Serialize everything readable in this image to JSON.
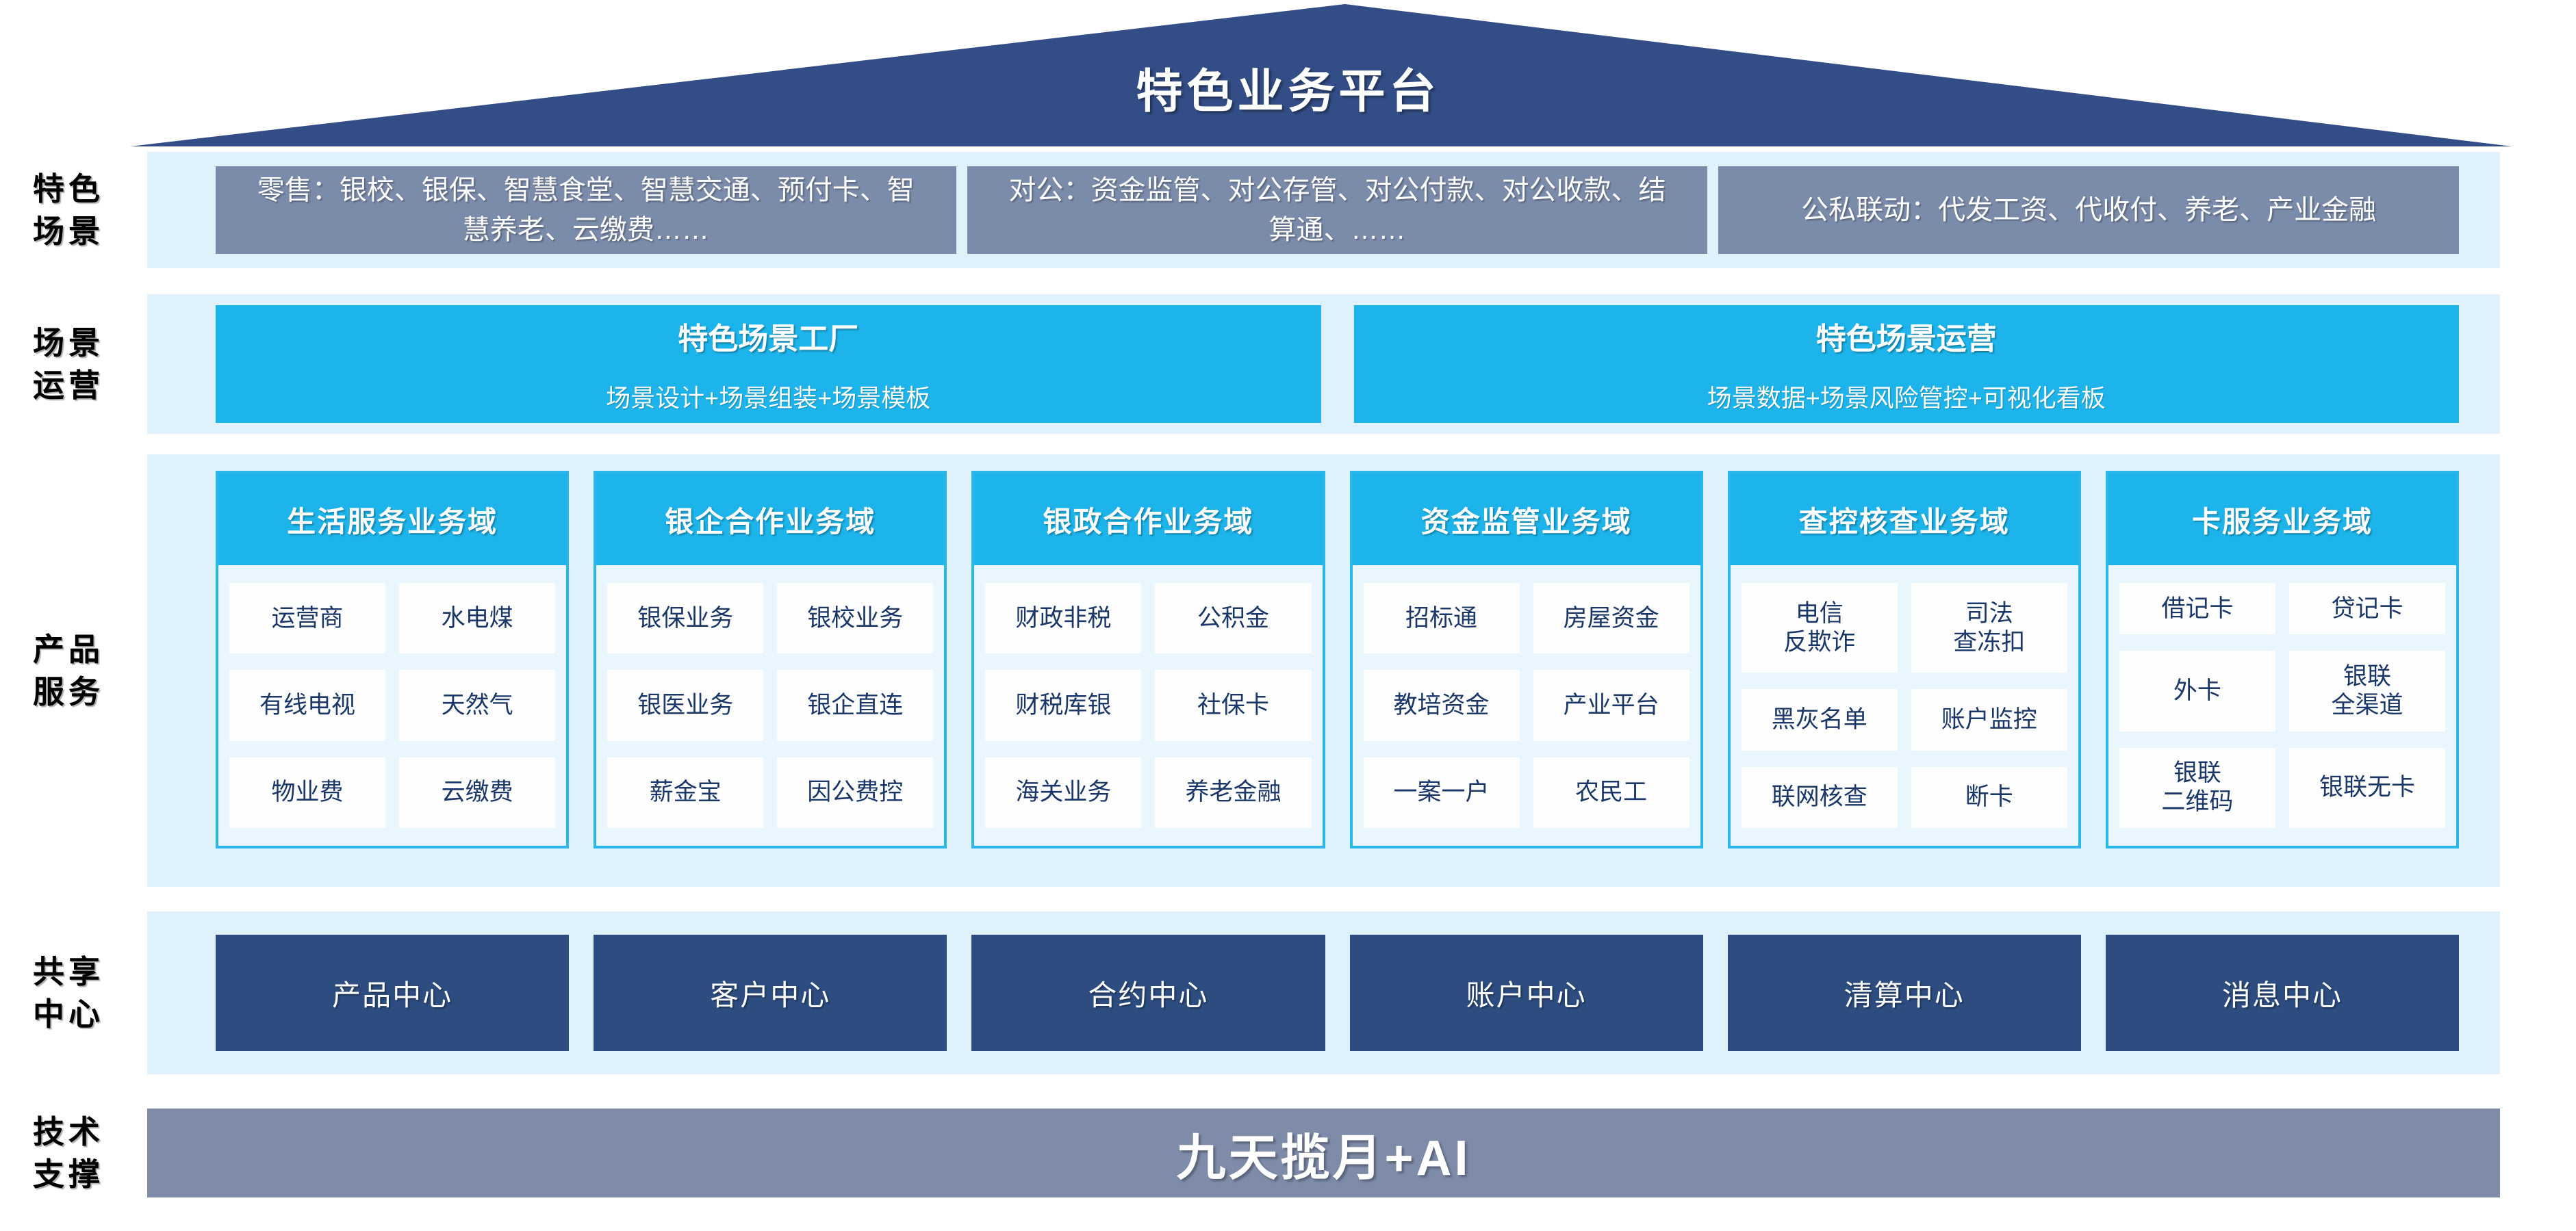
{
  "colors": {
    "roof_navy": "#334e87",
    "band_light_blue": "#dff1fb",
    "scene_gray_blue": "#7b8cab",
    "cyan": "#1cb4ea",
    "panel_bg": "#e9f6fe",
    "panel_border": "#29b7ea",
    "cell_text_navy": "#1a3768",
    "center_navy": "#2d4d80",
    "tech_bar_gray": "#7e8caa",
    "white": "#ffffff"
  },
  "roof": {
    "title": "特色业务平台"
  },
  "sections": {
    "scenes": {
      "label": "特色\n场景",
      "boxes": [
        "零售：银校、银保、智慧食堂、智慧交通、预付卡、智慧养老、云缴费……",
        "对公：资金监管、对公存管、对公付款、对公收款、结算通、……",
        "公私联动：代发工资、代收付、养老、产业金融"
      ]
    },
    "operation": {
      "label": "场景\n运营",
      "factory": {
        "title": "特色场景工厂",
        "subtitle": "场景设计+场景组装+场景模板"
      },
      "ops": {
        "title": "特色场景运营",
        "subtitle": "场景数据+场景风险管控+可视化看板"
      }
    },
    "products": {
      "label": "产品\n服务",
      "domains": [
        {
          "title": "生活服务业务域",
          "items": [
            "运营商",
            "水电煤",
            "有线电视",
            "天然气",
            "物业费",
            "云缴费"
          ]
        },
        {
          "title": "银企合作业务域",
          "items": [
            "银保业务",
            "银校业务",
            "银医业务",
            "银企直连",
            "薪金宝",
            "因公费控"
          ]
        },
        {
          "title": "银政合作业务域",
          "items": [
            "财政非税",
            "公积金",
            "财税库银",
            "社保卡",
            "海关业务",
            "养老金融"
          ]
        },
        {
          "title": "资金监管业务域",
          "items": [
            "招标通",
            "房屋资金",
            "教培资金",
            "产业平台",
            "一案一户",
            "农民工"
          ]
        },
        {
          "title": "查控核查业务域",
          "items": [
            "电信\n反欺诈",
            "司法\n查冻扣",
            "黑灰名单",
            "账户监控",
            "联网核查",
            "断卡"
          ]
        },
        {
          "title": "卡服务业务域",
          "items": [
            "借记卡",
            "贷记卡",
            "外卡",
            "银联\n全渠道",
            "银联\n二维码",
            "银联无卡"
          ]
        }
      ]
    },
    "sharing": {
      "label": "共享\n中心",
      "centers": [
        "产品中心",
        "客户中心",
        "合约中心",
        "账户中心",
        "清算中心",
        "消息中心"
      ]
    },
    "tech": {
      "label": "技术\n支撑",
      "bar": "九天揽月+AI"
    }
  }
}
